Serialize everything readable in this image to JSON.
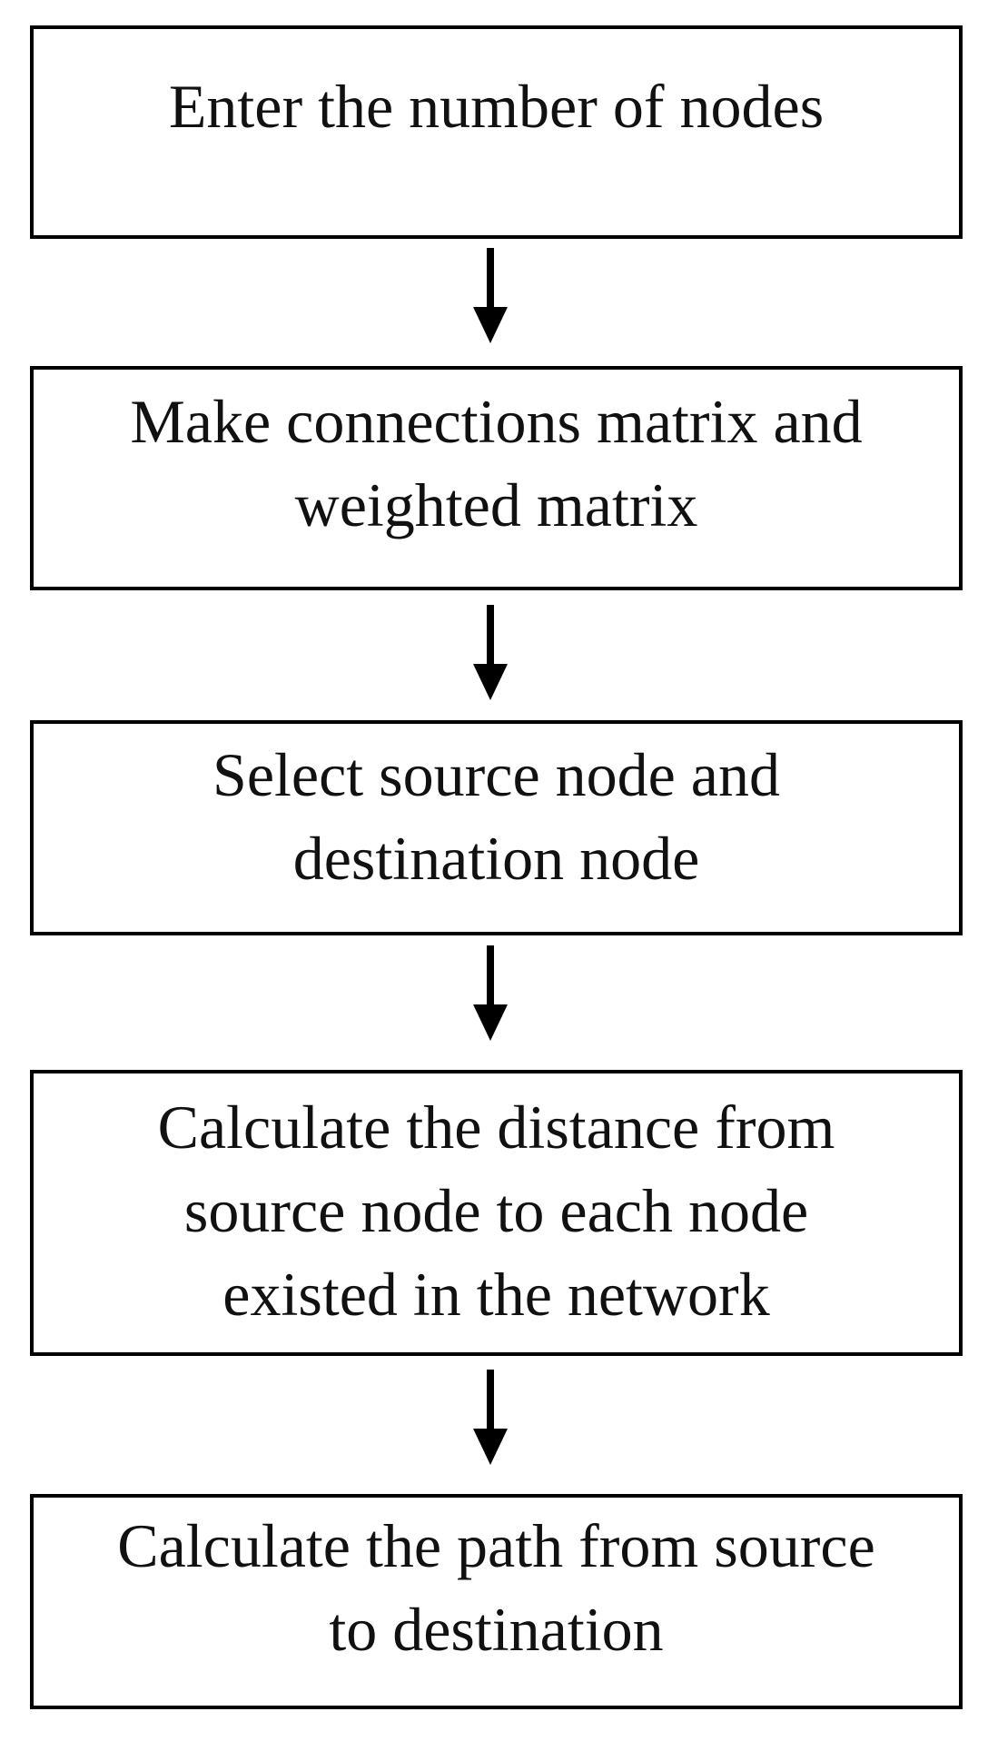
{
  "flowchart": {
    "colors": {
      "background": "#ffffff",
      "box_border": "#000000",
      "text": "#111111",
      "arrow": "#000000"
    },
    "steps": [
      {
        "lines": [
          "Enter the number of nodes"
        ]
      },
      {
        "lines": [
          "Make connections matrix and",
          "weighted matrix"
        ]
      },
      {
        "lines": [
          "Select source node and",
          "destination node"
        ]
      },
      {
        "lines": [
          "Calculate the distance from",
          "source node to each node",
          "existed in the network"
        ]
      },
      {
        "lines": [
          "Calculate the path from source",
          "to destination"
        ]
      }
    ],
    "connectors": [
      {
        "type": "arrow-down"
      },
      {
        "type": "arrow-down"
      },
      {
        "type": "arrow-down"
      },
      {
        "type": "arrow-down"
      }
    ]
  }
}
